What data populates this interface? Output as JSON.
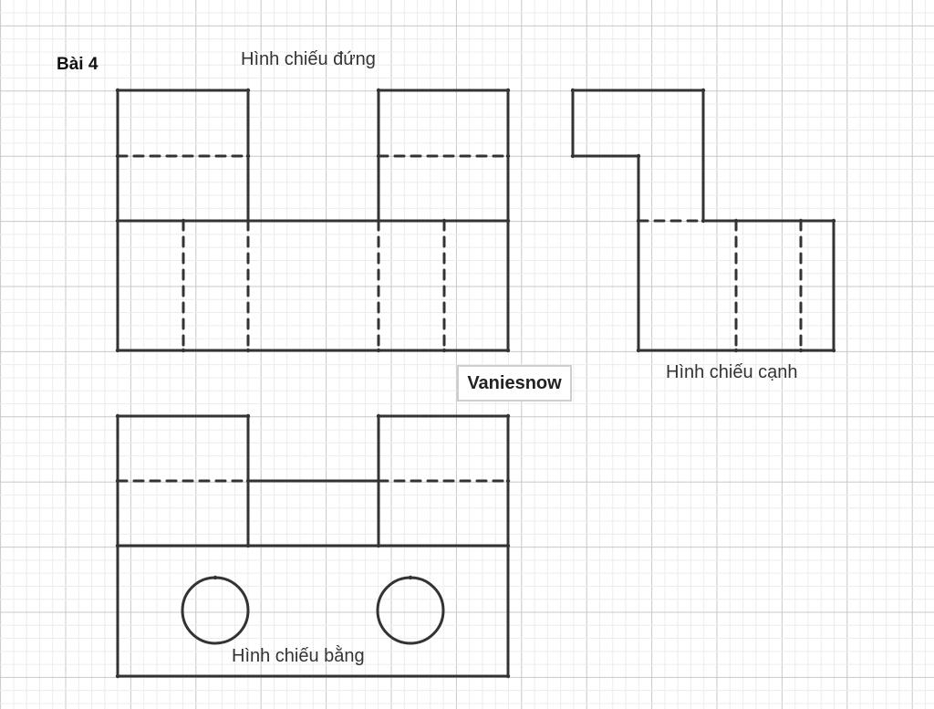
{
  "title": "Bài 4",
  "views": {
    "front": "Hình chiếu đứng",
    "side": "Hình chiếu cạnh",
    "top": "Hình chiếu bằng"
  },
  "watermark": "Vaniesnow",
  "colors": {
    "grid_minor": "#ececec",
    "grid_major": "#c8c8c8",
    "line": "#333333"
  }
}
